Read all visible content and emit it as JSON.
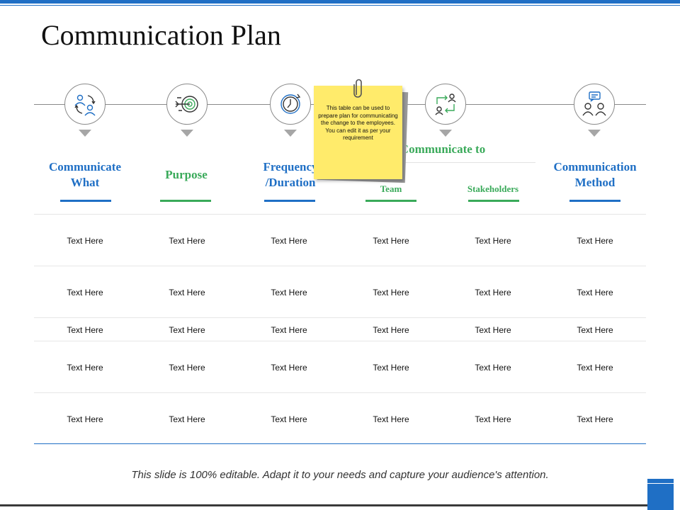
{
  "slide": {
    "title": "Communication Plan",
    "footer": "This slide is 100% editable. Adapt it to your needs and capture your audience's attention.",
    "note": "This table can be used to prepare plan for communicating the change to the employees. You can edit it as per your requirement"
  },
  "columns": [
    {
      "label": "Communicate What",
      "icon": "people-exchange-icon",
      "color": "#1f6fc5"
    },
    {
      "label": "Purpose",
      "icon": "target-icon",
      "color": "#3aaa5a"
    },
    {
      "label": "Frequency /Duration",
      "icon": "clock-icon",
      "color": "#1f6fc5"
    },
    {
      "label": "Team",
      "color": "#3aaa5a"
    },
    {
      "label": "Stakeholders",
      "icon": "transfer-users-icon",
      "color": "#3aaa5a"
    },
    {
      "label": "Communication Method",
      "icon": "chat-people-icon",
      "color": "#1f6fc5"
    }
  ],
  "group_header": {
    "label": "Communicate to",
    "color": "#3aaa5a"
  },
  "rows": [
    [
      "Text Here",
      "Text Here",
      "Text Here",
      "Text Here",
      "Text Here",
      "Text Here"
    ],
    [
      "Text Here",
      "Text Here",
      "Text Here",
      "Text Here",
      "Text Here",
      "Text Here"
    ],
    [
      "Text Here",
      "Text Here",
      "Text Here",
      "Text Here",
      "Text Here",
      "Text Here"
    ],
    [
      "Text Here",
      "Text Here",
      "Text Here",
      "Text Here",
      "Text Here",
      "Text Here"
    ],
    [
      "Text Here",
      "Text Here",
      "Text Here",
      "Text Here",
      "Text Here",
      "Text Here"
    ]
  ]
}
